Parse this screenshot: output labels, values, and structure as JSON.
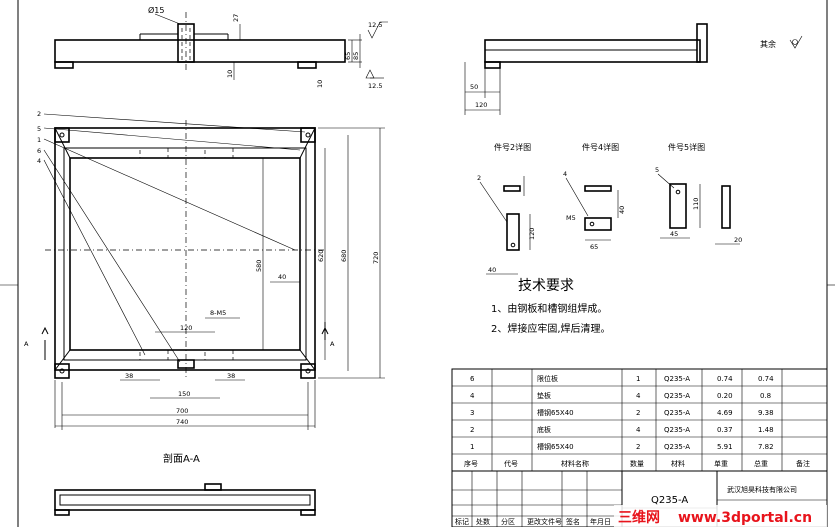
{
  "top_view": {
    "dims": {
      "d_hole": "Ø15",
      "h27": "27",
      "h65": "65",
      "h85": "85",
      "h10a": "10",
      "h10b": "10"
    },
    "roughness": {
      "r1": "12.5",
      "r2": "12.5"
    }
  },
  "side_view": {
    "dims": {
      "d50": "50",
      "d120": "120"
    },
    "other_label": "其余"
  },
  "front_view": {
    "callouts": [
      "2",
      "5",
      "1",
      "6",
      "4"
    ],
    "dims": {
      "d580": "580",
      "d620": "620",
      "d680": "680",
      "d720": "720",
      "d40": "40",
      "d120": "120",
      "d8m5": "8-M5",
      "d38a": "38",
      "d38b": "38",
      "d150": "150",
      "d700": "700",
      "d740": "740"
    },
    "section_marks": {
      "a_top": "A",
      "a_left": "A"
    }
  },
  "section_label": "剖面A-A",
  "details": {
    "part2": {
      "title": "件号2详图",
      "callout": "2",
      "d120": "120",
      "d40": "40"
    },
    "part4": {
      "title": "件号4详图",
      "callout": "4",
      "d40": "40",
      "d65": "65",
      "thread": "M5"
    },
    "part5": {
      "title": "件号5详图",
      "callout": "5",
      "d110": "110",
      "d45": "45",
      "d20": "20"
    }
  },
  "tech": {
    "title": "技术要求",
    "items": [
      "1、由钢板和槽钢组焊成。",
      "2、焊接应牢固,焊后清理。"
    ]
  },
  "bom": {
    "header": [
      "序号",
      "代号",
      "材料名称",
      "数量",
      "材料",
      "单重",
      "总重",
      "备注"
    ],
    "rows": [
      {
        "no": "6",
        "name": "限位板",
        "qty": "1",
        "mat": "Q235-A",
        "unit": "0.74",
        "total": "0.74"
      },
      {
        "no": "4",
        "name": "垫板",
        "qty": "4",
        "mat": "Q235-A",
        "unit": "0.20",
        "total": "0.8"
      },
      {
        "no": "3",
        "name": "槽钢65X40",
        "qty": "2",
        "mat": "Q235-A",
        "unit": "4.69",
        "total": "9.38"
      },
      {
        "no": "2",
        "name": "底板",
        "qty": "4",
        "mat": "Q235-A",
        "unit": "0.37",
        "total": "1.48"
      },
      {
        "no": "1",
        "name": "槽钢65X40",
        "qty": "2",
        "mat": "Q235-A",
        "unit": "5.91",
        "total": "7.82"
      }
    ]
  },
  "title_block": {
    "material": "Q235-A",
    "company": "武汉旭昊科技有限公司",
    "bottom_row": [
      "标记",
      "处数",
      "分区",
      "更改文件号",
      "签名",
      "年月日"
    ]
  },
  "watermark": {
    "cn": "三维网",
    "url": "www.3dportal.cn"
  },
  "colors": {
    "watermark_red": "#e8141c",
    "line": "#000000"
  }
}
